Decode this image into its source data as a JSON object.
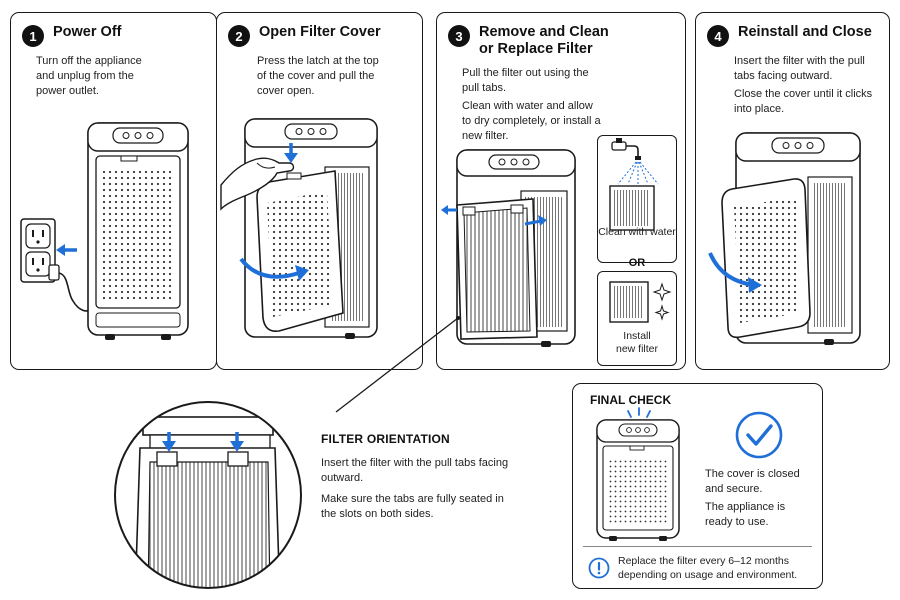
{
  "colors": {
    "accent": "#1f6fd8",
    "ink": "#1a1a1a"
  },
  "steps": [
    {
      "number": "1",
      "title_lines": [
        "Power Off"
      ],
      "body": [
        "Turn off the appliance and unplug from the power outlet."
      ]
    },
    {
      "number": "2",
      "title_lines": [
        "Open Filter Cover"
      ],
      "body": [
        "Press the latch at the top of the cover and pull the cover open."
      ]
    },
    {
      "number": "3",
      "title_lines": [
        "Remove and Clean",
        "or Replace Filter"
      ],
      "body": [
        "Pull the filter out using the pull tabs.",
        "Clean with water and allow to dry completely, or install a new filter."
      ]
    },
    {
      "number": "4",
      "title_lines": [
        "Reinstall and Close"
      ],
      "body": [
        "Insert the filter with the pull tabs facing outward.",
        "Close the cover until it clicks into place."
      ]
    }
  ],
  "options": {
    "clean": "Clean with water",
    "or": "OR",
    "install": "Install new filter"
  },
  "detail": {
    "title": "FILTER ORIENTATION",
    "body": [
      "Insert the filter with the pull tabs facing outward.",
      "Make sure the tabs are fully seated in the slots on both sides."
    ]
  },
  "final_check": {
    "title": "FINAL CHECK",
    "status": [
      "The cover is closed and secure.",
      "The appliance is ready to use."
    ],
    "note": "Replace the filter every 6–12 months depending on usage and environment."
  },
  "icons": {
    "step_number": "numbered-circle",
    "unplug_arrow": "arrow-left-icon",
    "press_arrow": "arrow-down-icon",
    "swing_arrow": "curved-arrow-icon",
    "faucet": "faucet-icon",
    "sparkle": "sparkle-icon",
    "check": "checkmark-circle-icon",
    "info": "info-circle-icon"
  }
}
